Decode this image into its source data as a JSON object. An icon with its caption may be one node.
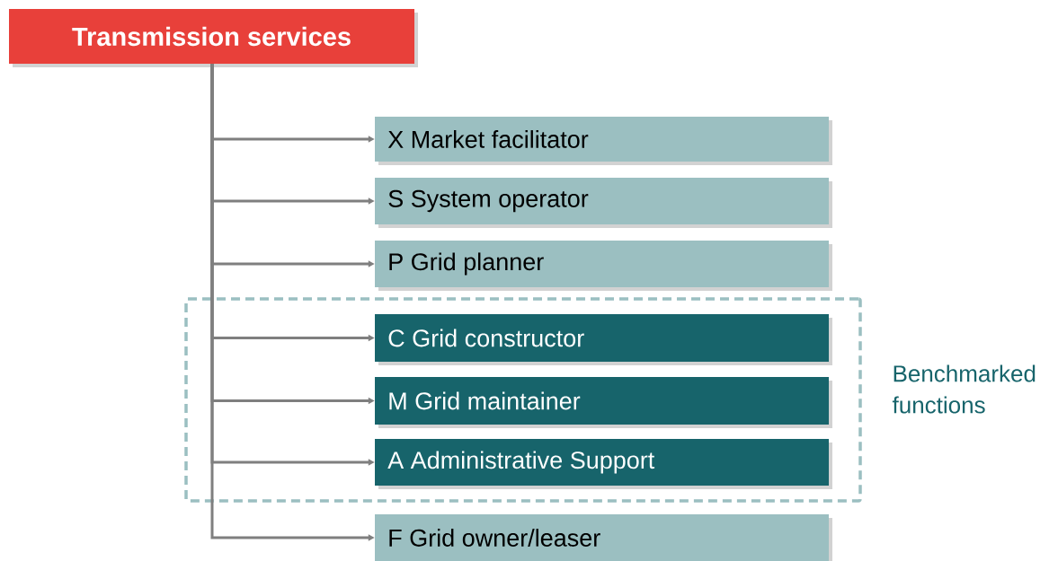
{
  "diagram": {
    "nodes": [
      {
        "text": [
          "Transmission services"
        ]
      },
      {
        "text": [
          "X Market facilitator"
        ]
      },
      {
        "text": [
          "S System operator"
        ]
      },
      {
        "text": [
          "P Grid planner"
        ]
      },
      {
        "text": [
          "Benchmarked functions"
        ]
      },
      {
        "text": [
          "C Grid constructor"
        ],
        "in": 4
      },
      {
        "text": [
          "M Grid maintainer"
        ],
        "in": 4
      },
      {
        "text": [
          "A  Administrative Support"
        ],
        "in": 4
      },
      {
        "text": [
          "F Grid owner/leaser"
        ]
      }
    ],
    "edges": [
      {
        "from": 0,
        "to": 1,
        "arrow": "to"
      },
      {
        "from": 0,
        "to": 2,
        "arrow": "to"
      },
      {
        "from": 0,
        "to": 3,
        "arrow": "to"
      },
      {
        "from": 0,
        "to": 5,
        "arrow": "to"
      },
      {
        "from": 0,
        "to": 6,
        "arrow": "to"
      },
      {
        "from": 0,
        "to": 7,
        "arrow": "to"
      },
      {
        "from": 0,
        "to": 8,
        "arrow": "to"
      }
    ]
  }
}
